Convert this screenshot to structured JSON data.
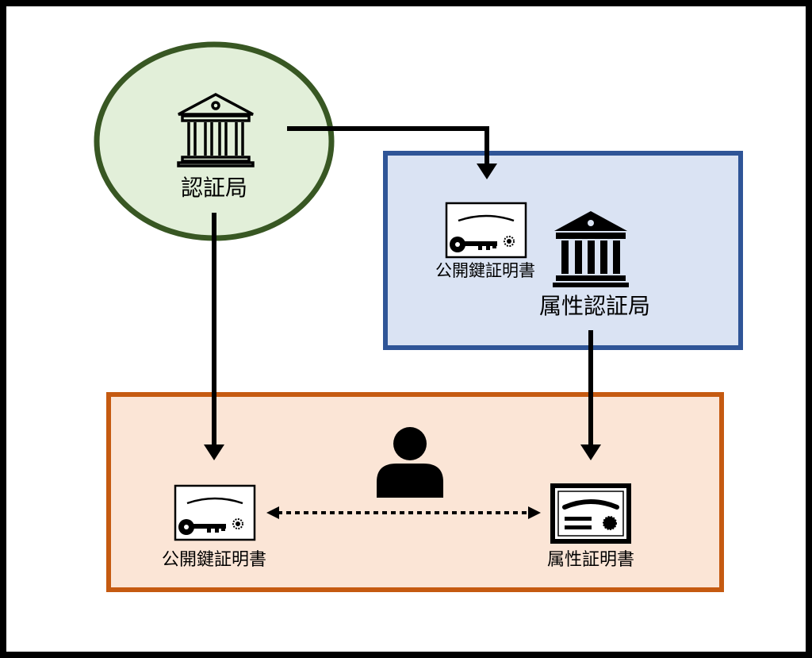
{
  "diagram": {
    "certificate_authority": {
      "label": "認証局",
      "icon": "bank-building-icon",
      "fill_color": "#e2efd9",
      "border_color": "#385723"
    },
    "attribute_authority": {
      "label": "属性認証局",
      "icon": "bank-building-icon",
      "fill_color": "#dae3f3",
      "border_color": "#2f5597",
      "public_key_certificate": {
        "label": "公開鍵証明書",
        "icon": "public-key-certificate-icon"
      }
    },
    "user_area": {
      "fill_color": "#fbe5d6",
      "border_color": "#c55a11",
      "user_icon": "person-icon",
      "public_key_certificate": {
        "label": "公開鍵証明書",
        "icon": "public-key-certificate-icon"
      },
      "attribute_certificate": {
        "label": "属性証明書",
        "icon": "attribute-certificate-icon"
      }
    },
    "colors": {
      "frame": "#000000",
      "arrow": "#000000"
    }
  }
}
